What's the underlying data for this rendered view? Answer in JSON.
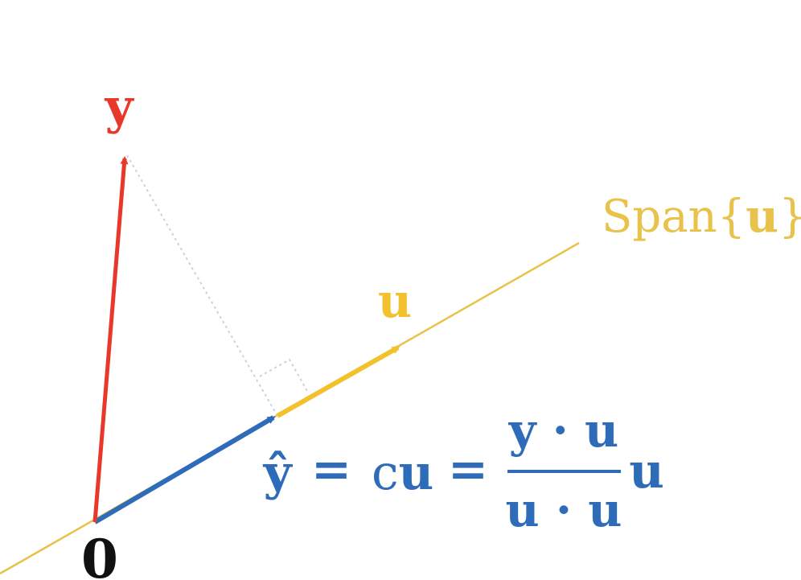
{
  "colors": {
    "y_vector": "#e8372b",
    "u_vector": "#f2c12e",
    "span_line": "#e8c24a",
    "projection": "#2e6bb8",
    "origin": "#111111",
    "perpendicular": "#c9d2e0"
  },
  "labels": {
    "y": "y",
    "u": "u",
    "origin": "0",
    "span_prefix": "Span{",
    "span_bold": "u",
    "span_suffix": "}"
  },
  "formula": {
    "yhat": "ŷ",
    "eq1": "=",
    "c": "c",
    "cu_bold": "u",
    "eq2": "=",
    "numerator": "y · u",
    "denominator": "u · u",
    "trailing": "u"
  }
}
